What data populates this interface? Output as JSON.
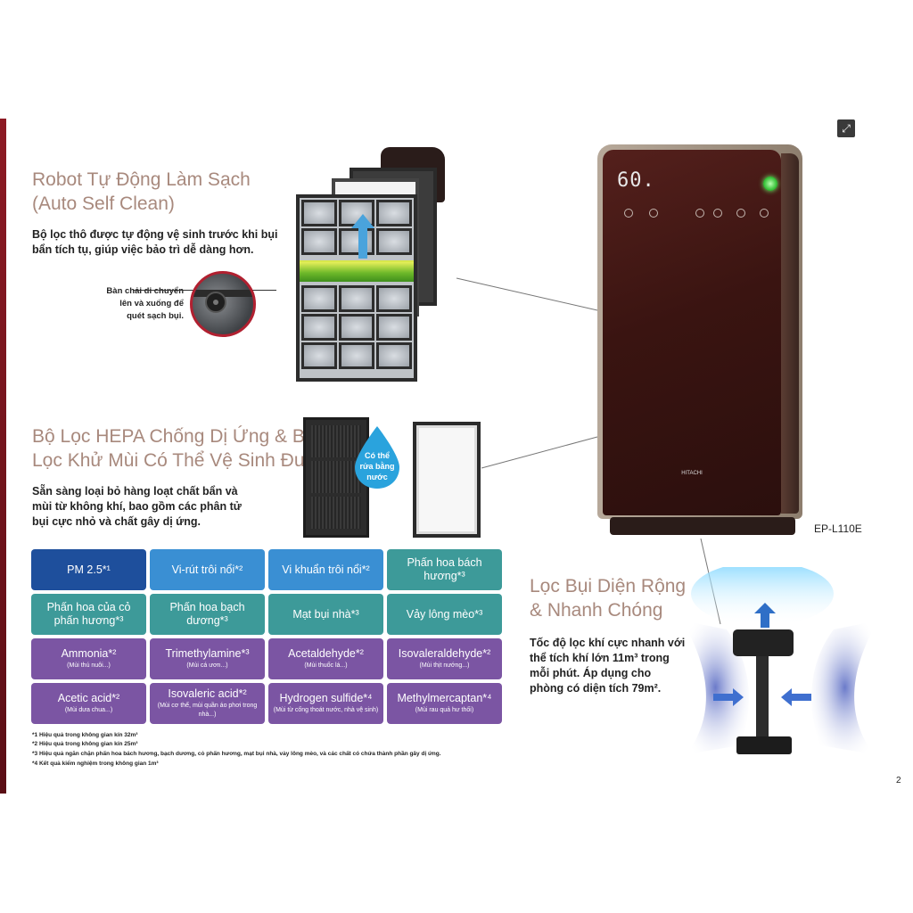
{
  "section1": {
    "title_line1": "Robot Tự Động Làm Sạch",
    "title_line2": "(Auto Self Clean)",
    "body_line1": "Bộ lọc thô được tự động vệ sinh trước khi bụi",
    "body_line2": "bẩn tích tụ, giúp việc bảo trì dễ dàng hơn.",
    "callout_line1": "Bàn chải di chuyển",
    "callout_line2": "lên và xuống để",
    "callout_line3": "quét sạch bụi."
  },
  "section2": {
    "title_line1": "Bộ Lọc HEPA Chống Dị Ứng & Bộ",
    "title_line2": "Lọc Khử Mùi Có Thể Vệ Sinh Được",
    "body_line1": "Sẵn sàng loại bỏ hàng loạt chất bẩn và",
    "body_line2": "mùi từ không khí, bao gồm các phân tử",
    "body_line3": "bụi cực nhỏ và chất gây dị ứng.",
    "drop_line1": "Có thể",
    "drop_line2": "rửa bằng",
    "drop_line3": "nước"
  },
  "grid": {
    "rows": [
      [
        {
          "label": "PM 2.5*¹",
          "sub": "",
          "color": "#1e4f9c"
        },
        {
          "label": "Vi-rút trôi nổi*²",
          "sub": "",
          "color": "#3a8fd3"
        },
        {
          "label": "Vi khuẩn trôi nổi*²",
          "sub": "",
          "color": "#3a8fd3"
        },
        {
          "label": "Phấn hoa bách hương*³",
          "sub": "",
          "color": "#3d9a99"
        }
      ],
      [
        {
          "label": "Phấn hoa của cỏ phấn hương*³",
          "sub": "",
          "color": "#3d9a99"
        },
        {
          "label": "Phấn hoa bạch dương*³",
          "sub": "",
          "color": "#3d9a99"
        },
        {
          "label": "Mạt bụi nhà*³",
          "sub": "",
          "color": "#3d9a99"
        },
        {
          "label": "Vảy lông mèo*³",
          "sub": "",
          "color": "#3d9a99"
        }
      ],
      [
        {
          "label": "Ammonia*²",
          "sub": "(Mùi thú nuôi...)",
          "color": "#7b55a3"
        },
        {
          "label": "Trimethylamine*³",
          "sub": "(Mùi cá ươn...)",
          "color": "#7b55a3"
        },
        {
          "label": "Acetaldehyde*²",
          "sub": "(Mùi thuốc lá...)",
          "color": "#7b55a3"
        },
        {
          "label": "Isovaleraldehyde*²",
          "sub": "(Mùi thịt nướng...)",
          "color": "#7b55a3"
        }
      ],
      [
        {
          "label": "Acetic acid*²",
          "sub": "(Mùi dưa chua...)",
          "color": "#7b55a3"
        },
        {
          "label": "Isovaleric acid*²",
          "sub": "(Mùi cơ thể, mùi quần áo phơi trong nhà...)",
          "color": "#7b55a3"
        },
        {
          "label": "Hydrogen sulfide*⁴",
          "sub": "(Mùi từ cống thoát nước, nhà vệ sinh)",
          "color": "#7b55a3"
        },
        {
          "label": "Methylmercaptan*⁴",
          "sub": "(Mùi rau quả hư thối)",
          "color": "#7b55a3"
        }
      ]
    ]
  },
  "footnotes": [
    "*1 Hiệu quả trong không gian kín 32m³",
    "*2 Hiệu quả trong không gian kín 25m³",
    "*3 Hiệu quả ngăn chặn phấn hoa bách hương, bạch dương, cỏ phấn hương, mạt bụi nhà, vảy lông mèo, và các chất có chứa thành phần gây dị ứng.",
    "*4 Kết quả kiểm nghiệm trong không gian 1m³"
  ],
  "section3": {
    "title_line1": "Lọc Bụi Diện Rộng",
    "title_line2": "& Nhanh Chóng",
    "body_line1": "Tốc độ lọc khí cực nhanh với",
    "body_line2": "thể tích khí lớn 11m³ trong",
    "body_line3": "mỗi phút. Áp dụng cho",
    "body_line4": "phòng có diện tích 79m²."
  },
  "device": {
    "display": "60.",
    "brand": "HITACHI",
    "model": "EP-L110E"
  },
  "icons": {
    "expand": "expand-icon"
  },
  "page_number": "2"
}
